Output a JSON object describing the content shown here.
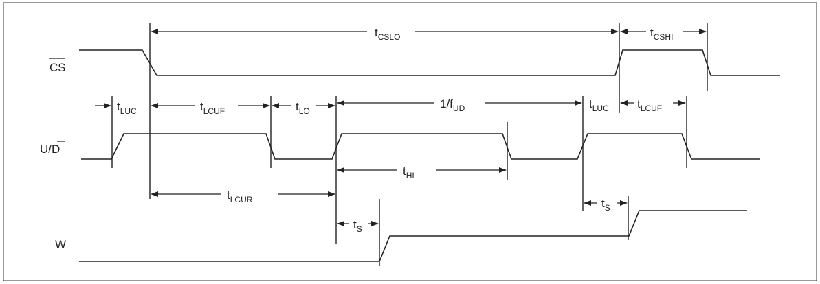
{
  "signals": {
    "cs": "CS",
    "ud": {
      "u": "U/",
      "d": "D"
    },
    "w": "W"
  },
  "timing": {
    "tcslo": {
      "main": "t",
      "sub": "CSLO"
    },
    "tcshi": {
      "main": "t",
      "sub": "CSHI"
    },
    "tluc1": {
      "main": "t",
      "sub": "LUC"
    },
    "tlcuf1": {
      "main": "t",
      "sub": "LCUF"
    },
    "tlo": {
      "main": "t",
      "sub": "LO"
    },
    "fud": {
      "main": "1/f",
      "sub": "UD"
    },
    "tluc2": {
      "main": "t",
      "sub": "LUC"
    },
    "tlcuf2": {
      "main": "t",
      "sub": "LCUF"
    },
    "tlcur": {
      "main": "t",
      "sub": "LCUR"
    },
    "thi": {
      "main": "t",
      "sub": "HI"
    },
    "ts1": {
      "main": "t",
      "sub": "S"
    },
    "ts2": {
      "main": "t",
      "sub": "S"
    }
  }
}
